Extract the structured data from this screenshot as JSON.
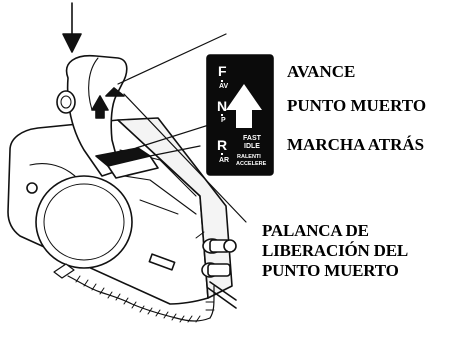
{
  "positions": {
    "forward": "AVANCE",
    "neutral": "PUNTO MUERTO",
    "reverse": "MARCHA ATRÁS"
  },
  "release_lever": {
    "lines": [
      "PALANCA DE",
      "LIBERACIÓN DEL",
      "PUNTO MUERTO"
    ]
  },
  "shift_plate": {
    "f": "F",
    "av": "AV",
    "n": "N",
    "p": "P",
    "r": "R",
    "ar": "AR",
    "fast": "FAST",
    "idle": "IDLE",
    "ralenti": "RALENTI",
    "accelere": "ACCELERE"
  },
  "colors": {
    "plate": "#0b0b0b",
    "line": "#111111",
    "fill": "#ffffff"
  }
}
